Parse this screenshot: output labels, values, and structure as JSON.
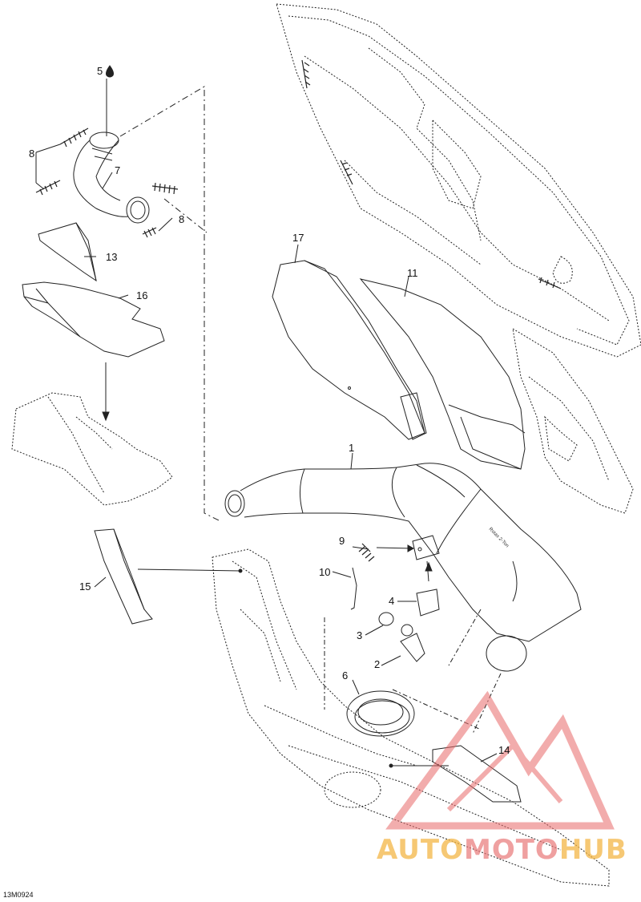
{
  "figure_code": "13M0924",
  "watermark": {
    "part1": "AUTO",
    "part2": "MOTO",
    "part3": "HUB"
  },
  "callouts": {
    "c1": "1",
    "c2": "2",
    "c3": "3",
    "c4": "4",
    "c5": "5",
    "c6": "6",
    "c7": "7",
    "c8a": "8",
    "c8b": "8",
    "c9": "9",
    "c10": "10",
    "c11": "11",
    "c13": "13",
    "c14": "14",
    "c15": "15",
    "c16": "16",
    "c17": "17"
  },
  "muffler_label": "Rotax 2-Ton"
}
